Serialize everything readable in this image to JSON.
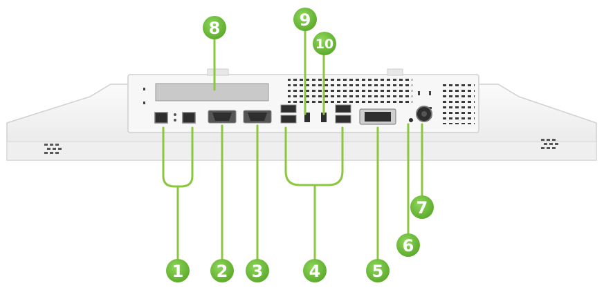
{
  "colors": {
    "callout": "#6fbe3a",
    "leader": "#8cc63f",
    "body": "#f4f4f4",
    "panel": "#fafafa",
    "port": "#2b2b2b"
  },
  "callouts": [
    {
      "id": "1",
      "label": "1"
    },
    {
      "id": "2",
      "label": "2"
    },
    {
      "id": "3",
      "label": "3"
    },
    {
      "id": "4",
      "label": "4"
    },
    {
      "id": "5",
      "label": "5"
    },
    {
      "id": "6",
      "label": "6"
    },
    {
      "id": "7",
      "label": "7"
    },
    {
      "id": "8",
      "label": "8"
    },
    {
      "id": "9",
      "label": "9"
    },
    {
      "id": "10",
      "label": "10"
    }
  ]
}
